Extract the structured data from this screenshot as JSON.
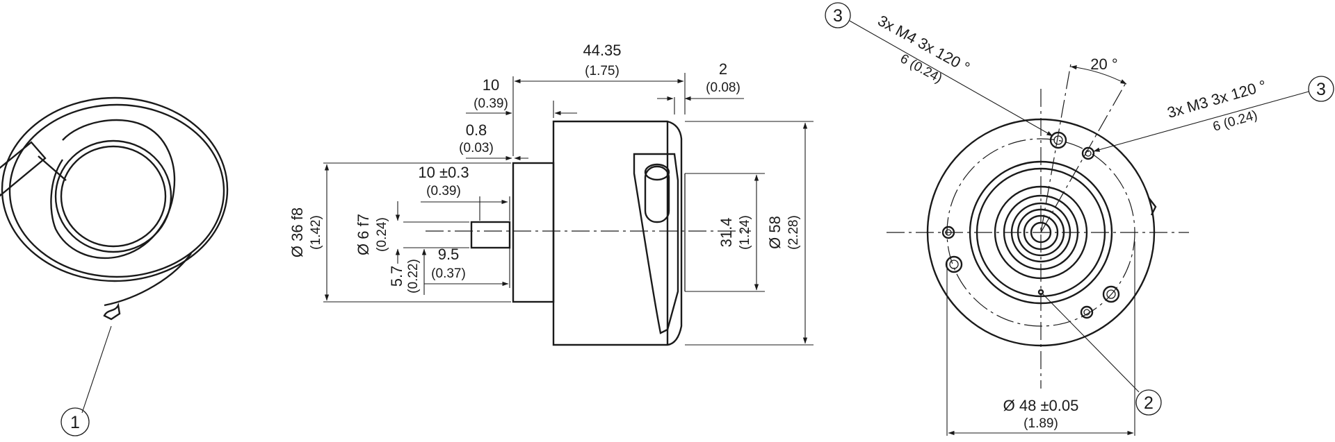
{
  "drawing": {
    "callouts": {
      "c1": "1",
      "c2": "2",
      "c3": "3"
    },
    "side_view": {
      "len_total": "44.35",
      "len_total_in": "(1.75)",
      "d_front": "10",
      "d_front_in": "(0.39)",
      "d_step": "0.8",
      "d_step_in": "(0.03)",
      "d_shaft_len": "10 ±0.3",
      "d_shaft_len_in": "(0.39)",
      "d_flat": "9.5",
      "d_flat_in": "(0.37)",
      "d_rear": "2",
      "d_rear_in": "(0.08)",
      "dia_spigot": "Ø 36 f8",
      "dia_spigot_in": "(1.42)",
      "dia_shaft": "Ø 6 f7",
      "dia_shaft_in": "(0.24)",
      "d_flat_h": "5.7",
      "d_flat_h_in": "(0.22)",
      "d_conn": "31.4",
      "d_conn_in": "(1.24)",
      "dia_body": "Ø 58",
      "dia_body_in": "(2.28)"
    },
    "front_view": {
      "m4_label": "3x M4 3x 120 °",
      "m4_depth": "6 (0.24)",
      "m3_label": "3x M3 3x 120 °",
      "m3_depth": "6 (0.24)",
      "angle": "20 °",
      "pcd": "Ø 48 ±0.05",
      "pcd_in": "(1.89)"
    }
  }
}
